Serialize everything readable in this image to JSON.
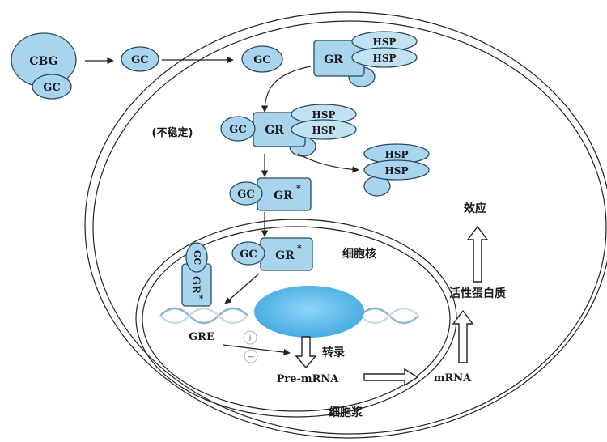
{
  "labels": {
    "cbg": "CBG",
    "gc": "GC",
    "gr": "GR",
    "gr_star": "GR",
    "star": "*",
    "hsp": "HSP",
    "unstable": "(不稳定)",
    "nucleus": "细胞核",
    "cytoplasm": "细胞浆",
    "gre": "GRE",
    "plus": "+",
    "minus": "−",
    "transcription": "转录",
    "pre_mrna": "Pre-mRNA",
    "mrna": "mRNA",
    "active_protein": "活性蛋白质",
    "effect": "效应"
  }
}
